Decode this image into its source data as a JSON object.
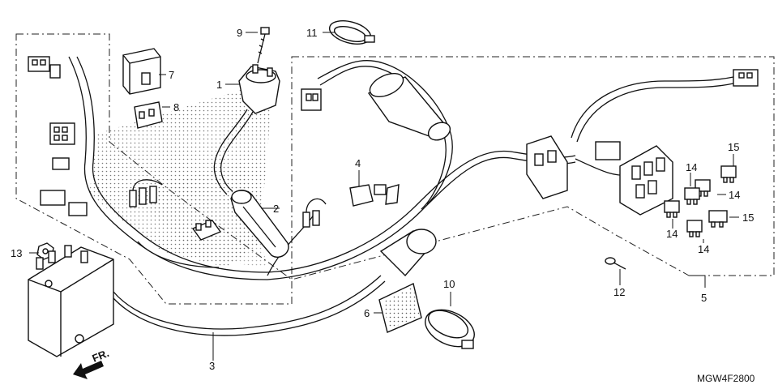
{
  "labels": {
    "p1": "1",
    "p2": "2",
    "p3": "3",
    "p4": "4",
    "p5": "5",
    "p6": "6",
    "p7": "7",
    "p8": "8",
    "p9": "9",
    "p10": "10",
    "p11": "11",
    "p12": "12",
    "p13": "13",
    "p14": "14",
    "p15": "15"
  },
  "direction_mark": "FR.",
  "diagram_code": "MGW4F2800"
}
